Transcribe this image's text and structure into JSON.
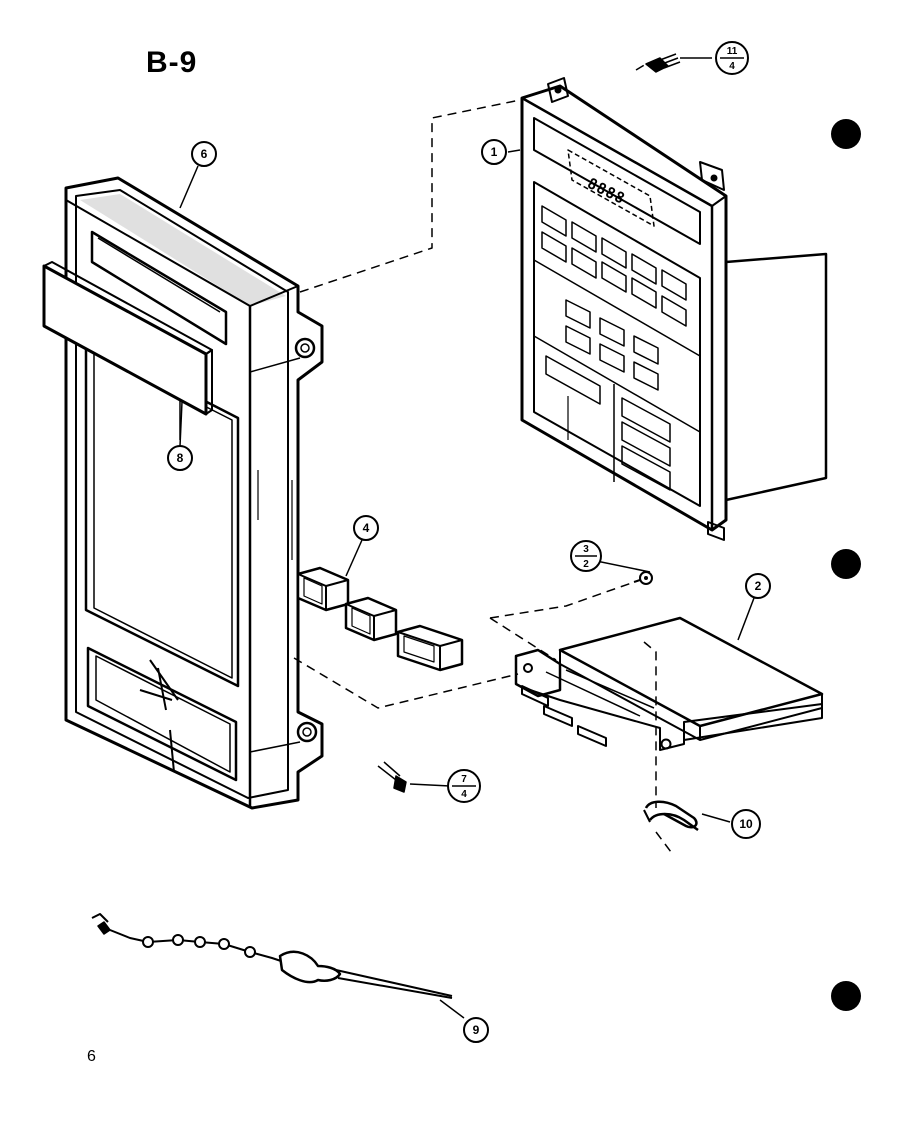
{
  "diagram": {
    "title": "B-9",
    "page_number": "6",
    "callouts": {
      "c1": "1",
      "c2": "2",
      "c3_top": "3",
      "c3_bottom": "2",
      "c4": "4",
      "c6": "6",
      "c7_top": "7",
      "c7_bottom": "4",
      "c8": "8",
      "c9": "9",
      "c10": "10",
      "c11_top": "11",
      "c11_bottom": "4"
    },
    "display_readout": "8888"
  },
  "colors": {
    "ink": "#000000",
    "paper": "#ffffff"
  }
}
